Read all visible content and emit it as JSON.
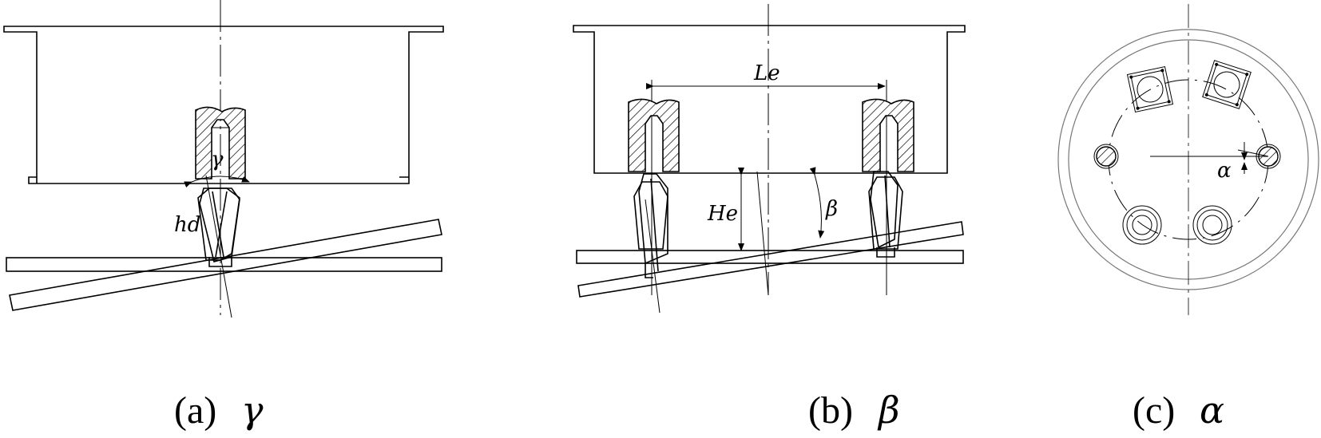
{
  "panels": [
    {
      "id": "a",
      "caption_prefix": "(a)",
      "caption_symbol": "γ",
      "labels": {
        "angle": "γ",
        "depth": "hd"
      }
    },
    {
      "id": "b",
      "caption_prefix": "(b)",
      "caption_symbol": "β",
      "labels": {
        "length": "Le",
        "height": "He",
        "angle": "β"
      }
    },
    {
      "id": "c",
      "caption_prefix": "(c)",
      "caption_symbol": "α",
      "labels": {
        "angle": "α"
      }
    }
  ]
}
